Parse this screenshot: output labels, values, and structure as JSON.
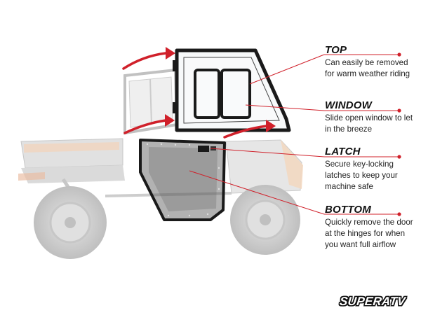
{
  "callouts": [
    {
      "title": "TOP",
      "text": "Can easily be removed for warm weather riding"
    },
    {
      "title": "WINDOW",
      "text": "Slide open window to let in the breeze"
    },
    {
      "title": "LATCH",
      "text": "Secure key-locking latches to keep your machine safe"
    },
    {
      "title": "BOTTOM",
      "text": "Quickly remove the door at the hinges for when you want full airflow"
    }
  ],
  "brand": {
    "logo_text": "SUPERATV"
  },
  "colors": {
    "accent": "#d0202a",
    "leader": "#d0202a",
    "frame": "#1a1a1a",
    "ghost": "#d6d6d6",
    "fender": "#e9b98f"
  }
}
